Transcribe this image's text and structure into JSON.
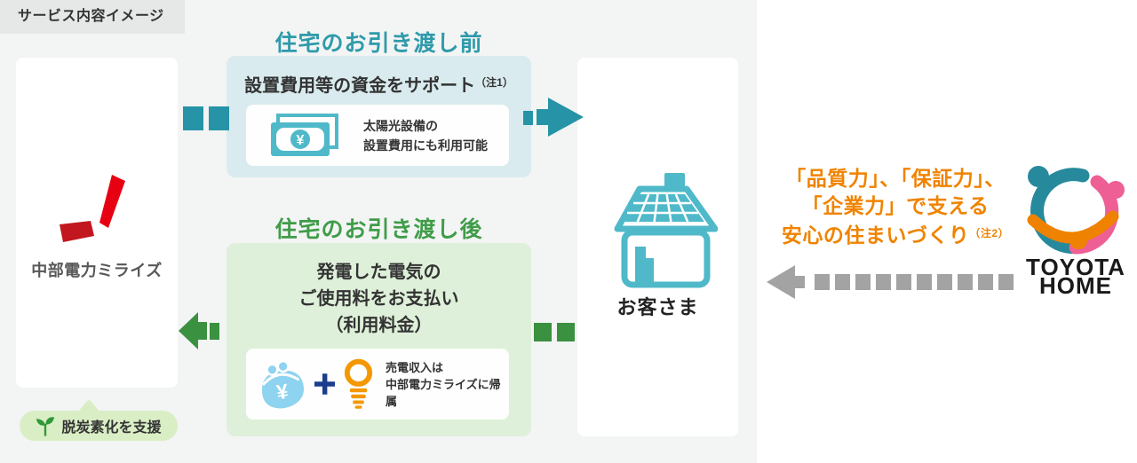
{
  "badge": {
    "label": "サービス内容イメージ"
  },
  "miraiz": {
    "name": "中部電力ミライズ",
    "support_label": "脱炭素化を支援"
  },
  "before": {
    "heading": "住宅のお引き渡し前",
    "title": "設置費用等の資金をサポート",
    "note": "（注1）",
    "detail_line1": "太陽光設備の",
    "detail_line2": "設置費用にも利用可能",
    "banknote_symbol": "¥"
  },
  "after": {
    "heading": "住宅のお引き渡し後",
    "title_line1": "発電した電気の",
    "title_line2": "ご使用料をお支払い",
    "title_line3": "（利用料金）",
    "detail_line1": "売電収入は",
    "detail_line2": "中部電力ミライズに帰属",
    "purse_symbol": "¥"
  },
  "customer": {
    "label": "お客さま"
  },
  "toyota": {
    "message_line1": "「品質力」、「保証力」、",
    "message_line2": "「企業力」で支える",
    "message_line3": "安心の住まいづくり",
    "note": "（注2）",
    "brand_top": "TOYOTA",
    "brand_bottom": "HOME"
  },
  "icons": {
    "miraiz-logo-icon": "two red brush strokes",
    "sprout-icon": "green seedling",
    "banknote-icon": "teal yen banknote",
    "purse-icon": "light blue coin purse with yen",
    "plus-icon": "navy plus sign",
    "lightbulb-icon": "orange light bulb",
    "solar-house-icon": "teal house with solar roof",
    "toyota-home-logo-icon": "three-person circle mark"
  },
  "colors": {
    "panel_bg": "#f3f4f4",
    "badge_bg": "#e6e7e7",
    "teal_heading": "#2e9aaa",
    "teal_box_bg": "#d9ebee",
    "teal_icon": "#4fb9c9",
    "teal_arrow": "#2694a6",
    "green_heading": "#3f9c49",
    "green_box_bg": "#def0d9",
    "green_arrow": "#3a9140",
    "pill_bg": "#d9eec5",
    "sprout_green": "#2f9838",
    "miraiz_red": "#e60012",
    "miraiz_dark_red": "#c2171e",
    "orange_text": "#f08300",
    "bulb_orange": "#f39800",
    "purse_blue": "#8ed3f0",
    "plus_navy": "#1c3d8f",
    "gray_arrow": "#a3a3a3",
    "toyota_teal": "#27899c",
    "toyota_pink": "#ee5f95",
    "toyota_orange": "#ef8200"
  }
}
